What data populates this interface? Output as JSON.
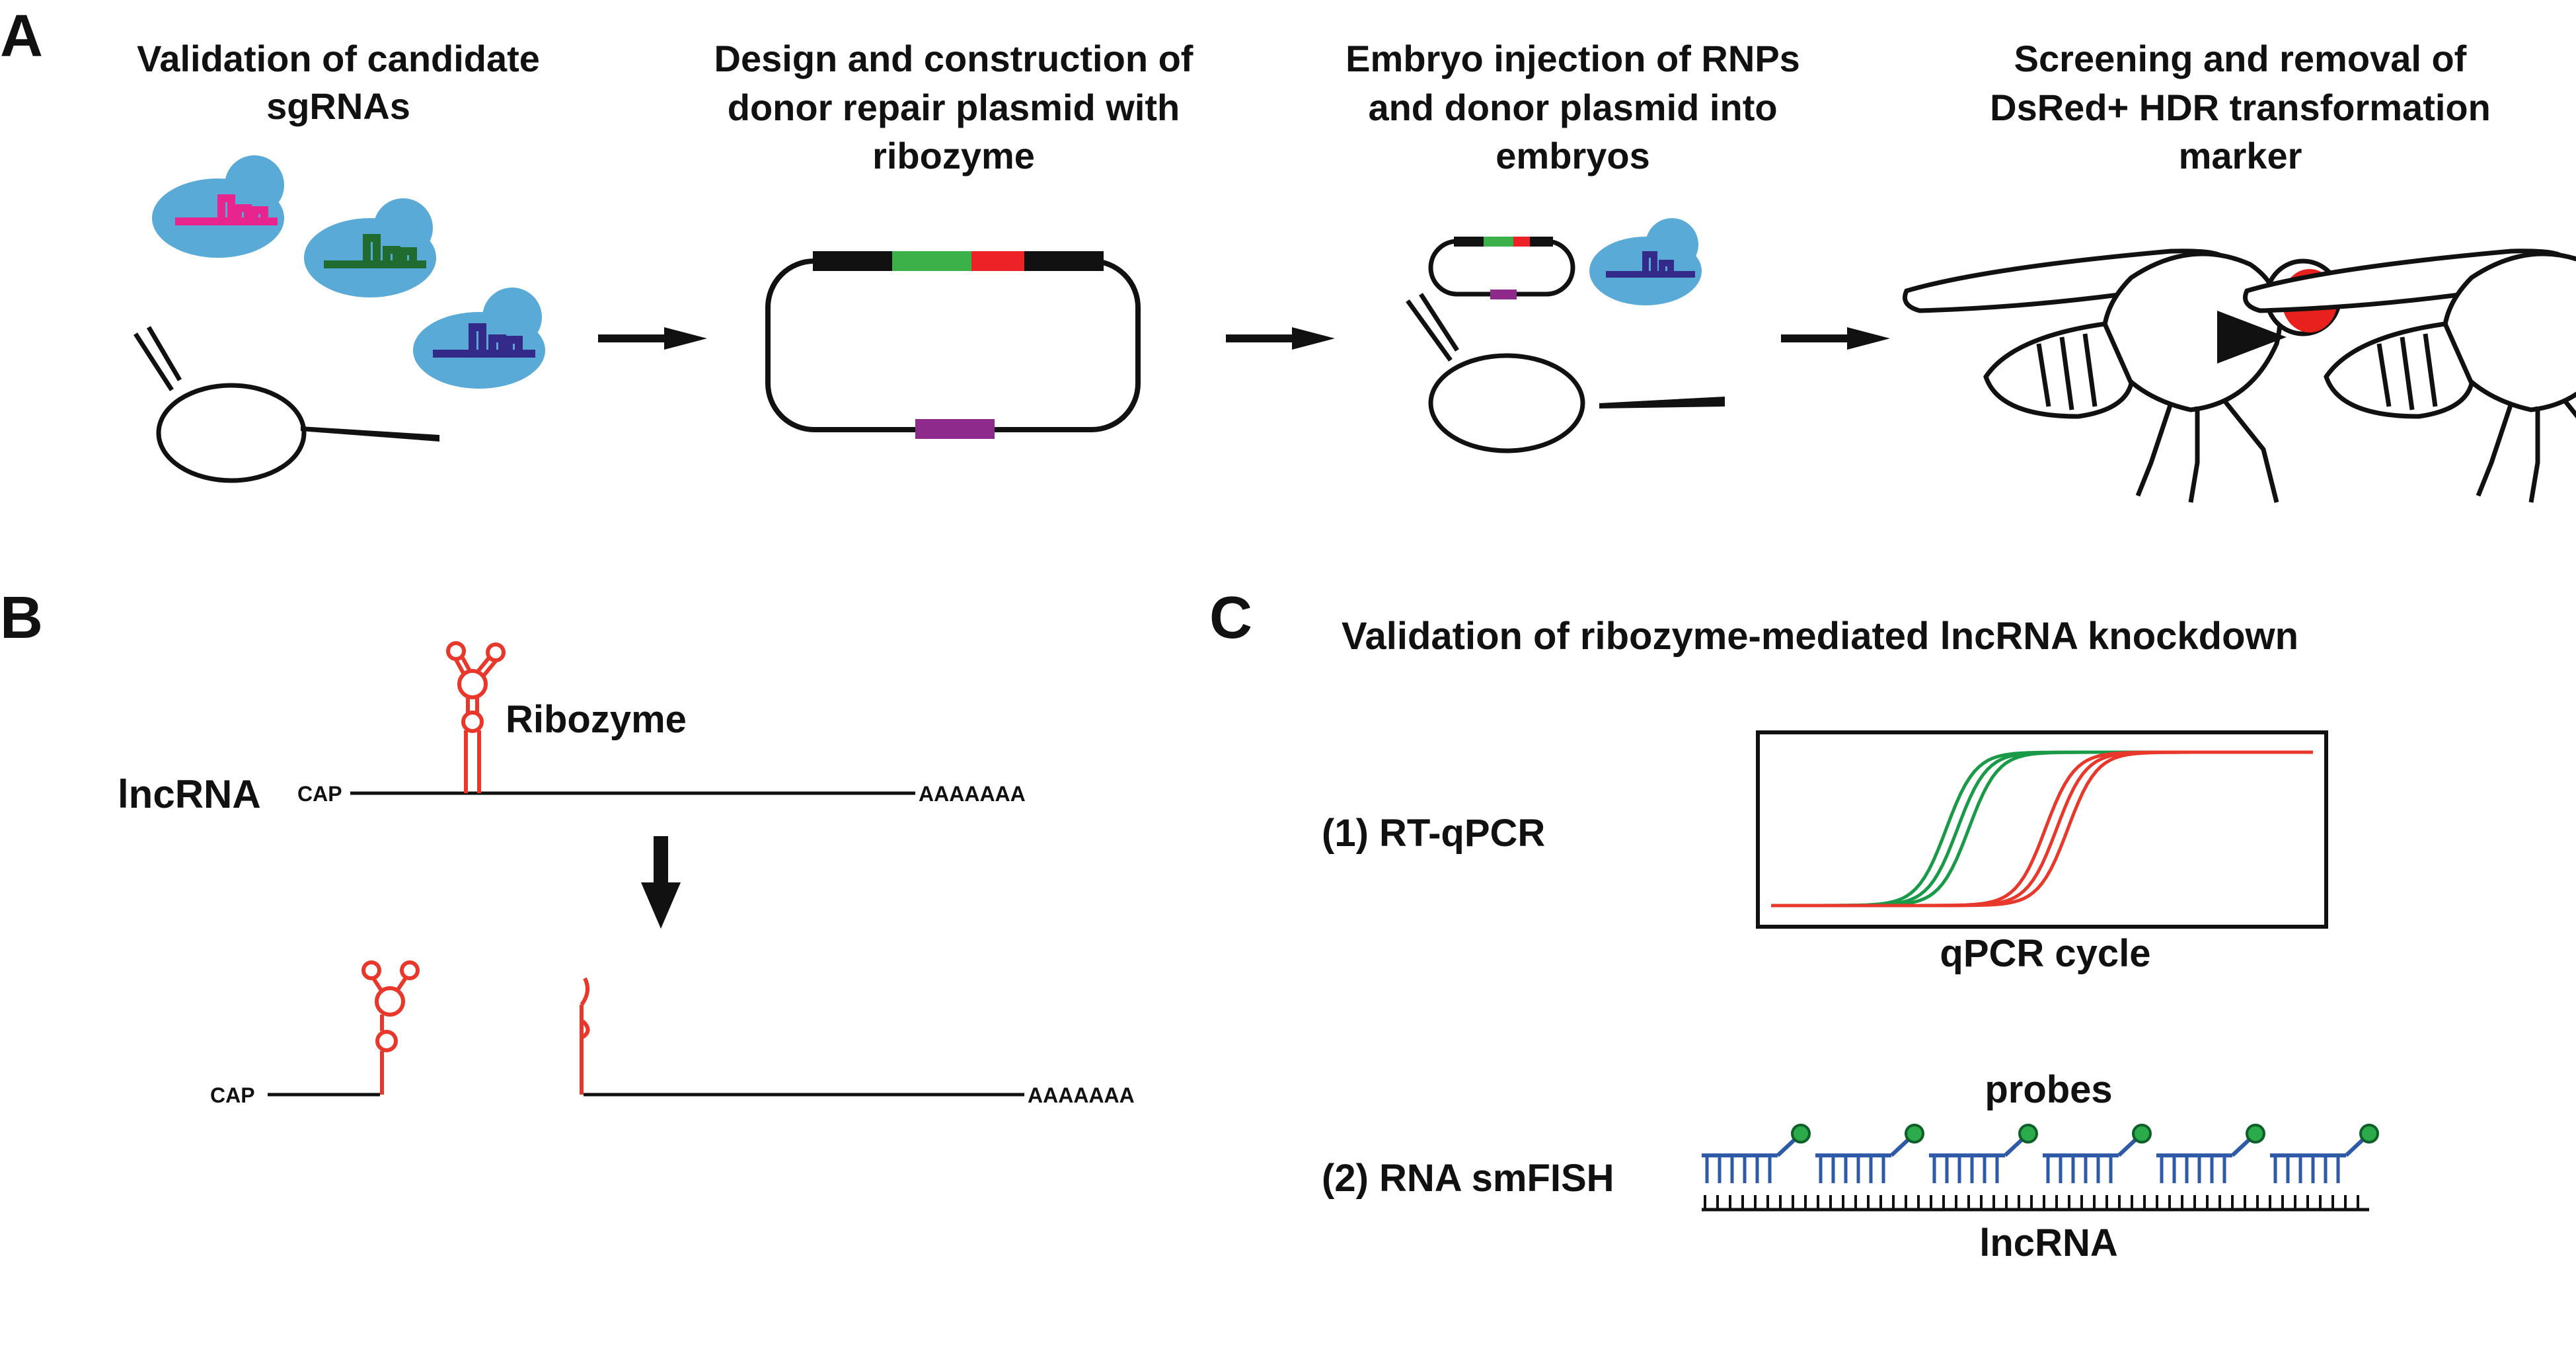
{
  "panel_a": {
    "letter": "A",
    "steps": [
      {
        "title_lines": [
          "Validation of candidate",
          "sgRNAs"
        ]
      },
      {
        "title_lines": [
          "Design and construction of",
          "donor repair plasmid with",
          "ribozyme"
        ]
      },
      {
        "title_lines": [
          "Embryo injection of RNPs",
          "and donor plasmid into",
          "embryos"
        ]
      },
      {
        "title_lines": [
          "Screening and removal of",
          "DsRed+ HDR transformation",
          "marker"
        ]
      }
    ],
    "sgrna_colors": [
      "#e8258e",
      "#1f6b30",
      "#332a8a"
    ],
    "rnp_color": "#5aaad8",
    "plasmid_segment_colors": {
      "arm": "#111111",
      "gfp": "#3cb14a",
      "red": "#ec2227",
      "backbone_marker": "#8e2a8c"
    },
    "eye_color": "#e8211f"
  },
  "panel_b": {
    "letter": "B",
    "label": "lncRNA",
    "ribozyme_label": "Ribozyme",
    "cap": "CAP",
    "polya": "AAAAAAA",
    "ribozyme_color": "#e8382c"
  },
  "panel_c": {
    "letter": "C",
    "title": "Validation of ribozyme-mediated lncRNA knockdown",
    "method1_label": "(1) RT-qPCR",
    "qpcr_xlabel": "qPCR cycle",
    "method2_label": "(2) RNA smFISH",
    "probes_label": "probes",
    "lncrna_label": "lncRNA",
    "curve_colors": {
      "control": "#1a9a48",
      "knockdown": "#e8382c"
    },
    "probe_color": "#2f5aa8",
    "fluor_color": "#2bab4a"
  }
}
